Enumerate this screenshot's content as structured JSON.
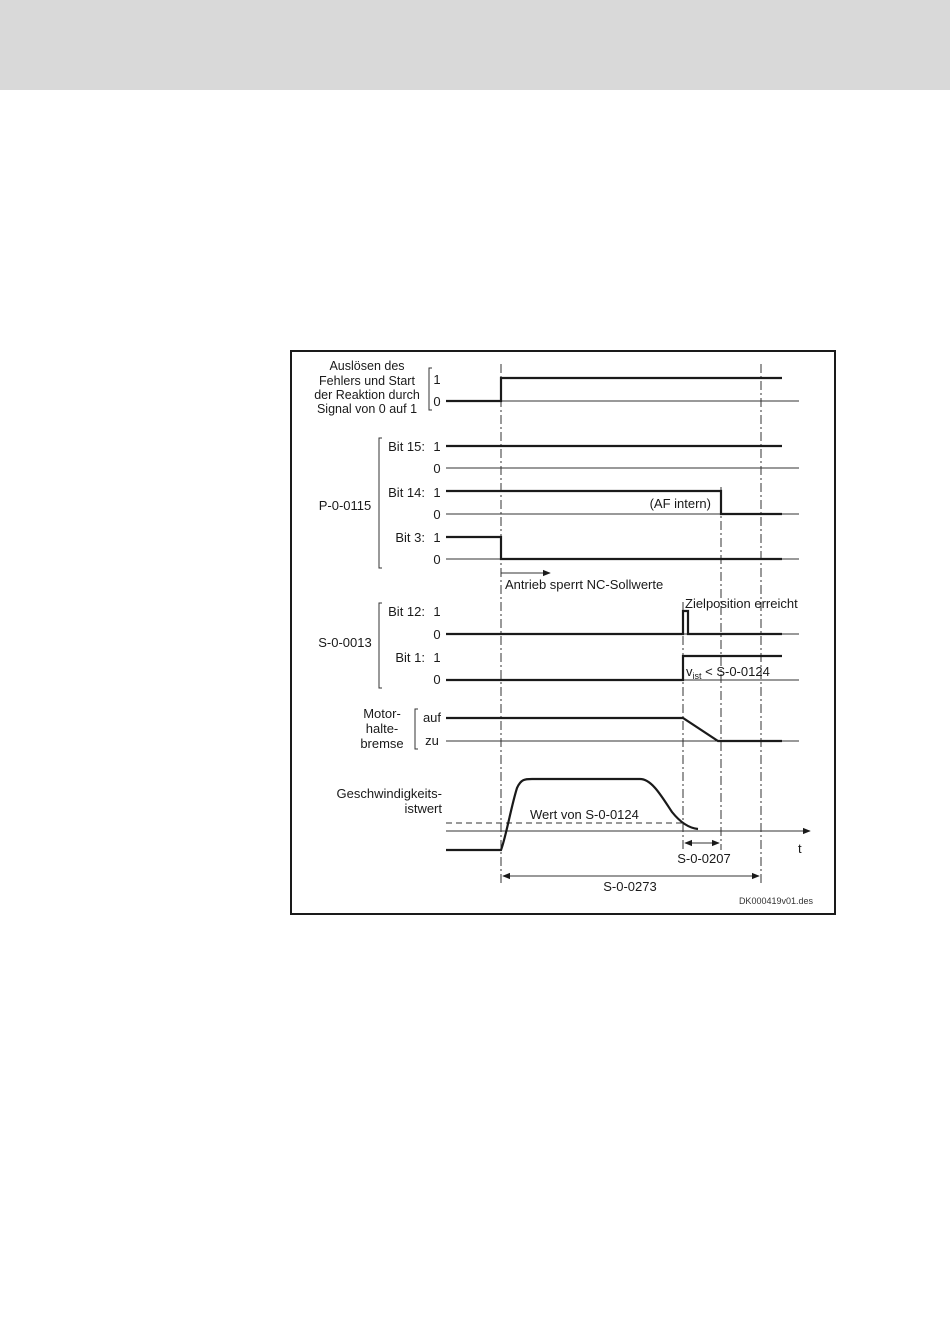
{
  "figure": {
    "trigger_label": [
      "Auslösen des",
      "Fehlers und Start",
      "der Reaktion durch",
      "Signal von 0 auf 1"
    ],
    "trigger_levels": [
      "1",
      "0"
    ],
    "p0115": {
      "param": "P-0-0115",
      "bit15": "Bit 15:",
      "bit14": "Bit 14:",
      "bit3": "Bit 3:",
      "one": "1",
      "zero": "0",
      "af_note": "(AF intern)",
      "nc_note": "Antrieb sperrt NC-Sollwerte"
    },
    "s0013": {
      "param": "S-0-0013",
      "bit12": "Bit 12:",
      "bit1": "Bit 1:",
      "one": "1",
      "zero": "0",
      "target_note": "Zielposition erreicht",
      "v_main": "v",
      "v_sub": "ist",
      "v_rest": " < S-0-0124"
    },
    "brake": {
      "label": [
        "Motor-",
        "halte-",
        "bremse"
      ],
      "open": "auf",
      "closed": "zu"
    },
    "speed": {
      "label": [
        "Geschwindigkeits-",
        "istwert"
      ],
      "ref_note": "Wert von S-0-0124",
      "t_axis": "t",
      "dim_short": "S-0-0207",
      "dim_long": "S-0-0273"
    },
    "file_ref": "DK000419v01.des"
  }
}
